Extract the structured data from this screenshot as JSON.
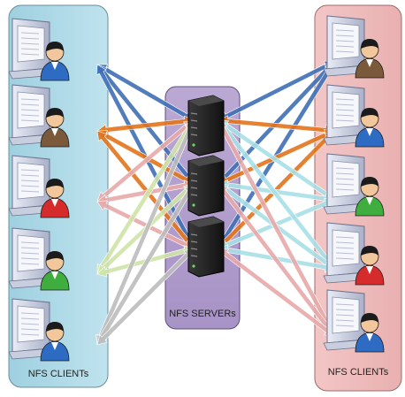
{
  "labels": {
    "left_group": "NFS CLIENTs",
    "center_group": "NFS SERVERs",
    "right_group": "NFS CLIENTs"
  },
  "colors": {
    "left_panel": "#a9d6e4",
    "center_panel": "#b2a0cc",
    "right_panel": "#f0bcbc",
    "arrow_blue": "#3f6fb6",
    "arrow_orange": "#e2731a",
    "arrow_pink": "#e7a9a9",
    "arrow_lightblue": "#a7dfe7",
    "arrow_green": "#cfe3a6",
    "arrow_gray": "#bdbdbd"
  },
  "diagram": {
    "left_clients": [
      {
        "person_shirt": "#2e6cc4"
      },
      {
        "person_shirt": "#7a5a3a"
      },
      {
        "person_shirt": "#d62b2b"
      },
      {
        "person_shirt": "#3fae3f"
      },
      {
        "person_shirt": "#2e6cc4"
      }
    ],
    "right_clients": [
      {
        "person_shirt": "#7a5a3a"
      },
      {
        "person_shirt": "#2e6cc4"
      },
      {
        "person_shirt": "#3fae3f"
      },
      {
        "person_shirt": "#d62b2b"
      },
      {
        "person_shirt": "#2e6cc4"
      }
    ],
    "servers": [
      {},
      {},
      {}
    ]
  }
}
